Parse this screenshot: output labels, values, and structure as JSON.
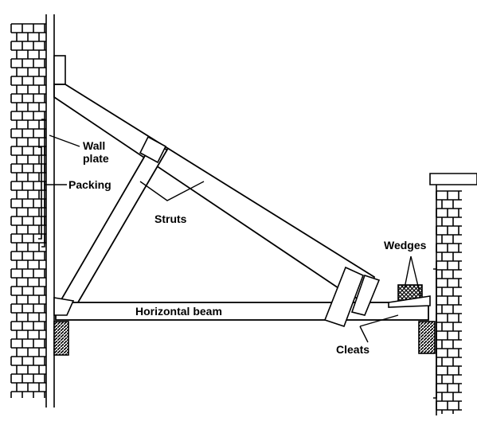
{
  "labels": {
    "wall_plate_line1": "Wall",
    "wall_plate_line2": "plate",
    "packing": "Packing",
    "struts": "Struts",
    "horizontal_beam": "Horizontal beam",
    "wedges": "Wedges",
    "cleats": "Cleats"
  },
  "colors": {
    "ink": "#000000",
    "paper": "#ffffff",
    "hatch": "#000000"
  }
}
